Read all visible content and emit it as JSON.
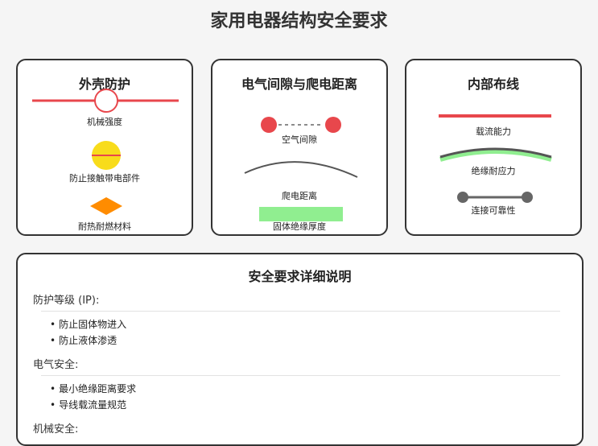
{
  "title": "家用电器结构安全要求",
  "cards": [
    {
      "title": "外壳防护",
      "labels": [
        "机械强度",
        "防止接触带电部件",
        "耐热耐燃材料"
      ]
    },
    {
      "title": "电气间隙与爬电距离",
      "labels": [
        "空气间隙",
        "爬电距离",
        "固体绝缘厚度"
      ]
    },
    {
      "title": "内部布线",
      "labels": [
        "载流能力",
        "绝缘耐应力",
        "连接可靠性"
      ]
    }
  ],
  "details": {
    "title": "安全要求详细说明",
    "sections": [
      {
        "heading": "防护等级 (IP):",
        "items": [
          "防止固体物进入",
          "防止液体渗透"
        ]
      },
      {
        "heading": "电气安全:",
        "items": [
          "最小绝缘距离要求",
          "导线载流量规范"
        ]
      },
      {
        "heading": "机械安全:",
        "items": []
      }
    ]
  },
  "colors": {
    "red": "#e8474c",
    "yellow": "#f8dc1b",
    "orange": "#ff8c00",
    "green": "#90ee90",
    "gray": "#666666",
    "dark": "#333333"
  }
}
